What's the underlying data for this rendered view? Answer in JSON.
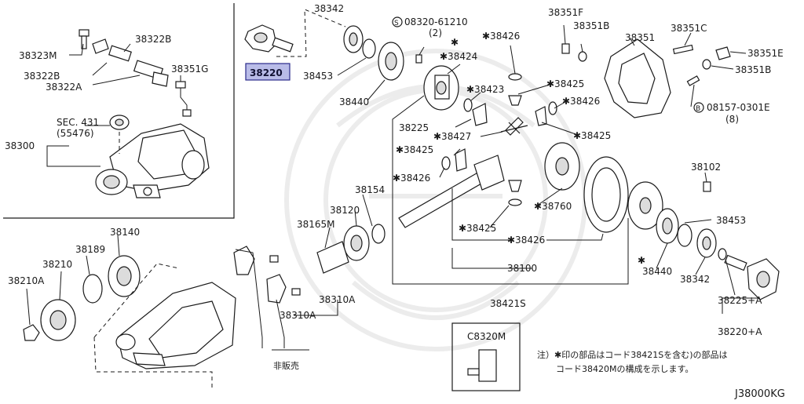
{
  "diagram": {
    "code": "J38000KG",
    "highlight_color": "#b9bce8",
    "callouts": [
      {
        "key": "c38323M",
        "label": "38323M",
        "part": "38323M"
      },
      {
        "key": "c38322B1",
        "label": "38322B",
        "part": "38322B"
      },
      {
        "key": "c38322B2",
        "label": "38322B",
        "part": "38322B"
      },
      {
        "key": "c38322A",
        "label": "38322A",
        "part": "38322A"
      },
      {
        "key": "c38351G",
        "label": "38351G",
        "part": "38351G"
      },
      {
        "key": "c38300",
        "label": "38300",
        "part": "38300"
      },
      {
        "key": "c38220",
        "label": "38220",
        "part": "38220",
        "highlight": true
      },
      {
        "key": "c38342a",
        "label": "38342",
        "part": "38342"
      },
      {
        "key": "c38453a",
        "label": "38453",
        "part": "38453"
      },
      {
        "key": "c38440a",
        "label": "38440",
        "part": "38440"
      },
      {
        "key": "c08320",
        "label": "08320-61210",
        "part": "08320-61210"
      },
      {
        "key": "c38424",
        "label": "✱38424",
        "part": "38424"
      },
      {
        "key": "c38426a",
        "label": "✱38426",
        "part": "38426"
      },
      {
        "key": "c38423",
        "label": "✱38423",
        "part": "38423"
      },
      {
        "key": "c38425a",
        "label": "✱38425",
        "part": "38425"
      },
      {
        "key": "c38426b",
        "label": "✱38426",
        "part": "38426"
      },
      {
        "key": "c38225a",
        "label": "38225",
        "part": "38225"
      },
      {
        "key": "c38427",
        "label": "✱38427",
        "part": "38427"
      },
      {
        "key": "c38425b",
        "label": "✱38425",
        "part": "38425"
      },
      {
        "key": "c38425c",
        "label": "✱38425",
        "part": "38425"
      },
      {
        "key": "c38426c",
        "label": "✱38426",
        "part": "38426"
      },
      {
        "key": "c38760",
        "label": "✱38760",
        "part": "38760"
      },
      {
        "key": "c38425d",
        "label": "✱38425",
        "part": "38425"
      },
      {
        "key": "c38426d",
        "label": "✱38426",
        "part": "38426"
      },
      {
        "key": "c38351F",
        "label": "38351F",
        "part": "38351F"
      },
      {
        "key": "c38351B1",
        "label": "38351B",
        "part": "38351B"
      },
      {
        "key": "c38351",
        "label": "38351",
        "part": "38351"
      },
      {
        "key": "c38351C",
        "label": "38351C",
        "part": "38351C"
      },
      {
        "key": "c38351E",
        "label": "38351E",
        "part": "38351E"
      },
      {
        "key": "c38351B2",
        "label": "38351B",
        "part": "38351B"
      },
      {
        "key": "c08157",
        "label": "08157-0301E",
        "part": "08157-0301E"
      },
      {
        "key": "c38102",
        "label": "38102",
        "part": "38102"
      },
      {
        "key": "c38453b",
        "label": "38453",
        "part": "38453"
      },
      {
        "key": "c38440b",
        "label": "38440",
        "part": "38440"
      },
      {
        "key": "c38342b",
        "label": "38342",
        "part": "38342"
      },
      {
        "key": "c38225b",
        "label": "38225+A",
        "part": "38225+A"
      },
      {
        "key": "c38220b",
        "label": "38220+A",
        "part": "38220+A"
      },
      {
        "key": "c38154",
        "label": "38154",
        "part": "38154"
      },
      {
        "key": "c38120",
        "label": "38120",
        "part": "38120"
      },
      {
        "key": "c38165M",
        "label": "38165M",
        "part": "38165M"
      },
      {
        "key": "c38100",
        "label": "38100",
        "part": "38100"
      },
      {
        "key": "c38421S",
        "label": "38421S",
        "part": "38421S"
      },
      {
        "key": "c38140",
        "label": "38140",
        "part": "38140"
      },
      {
        "key": "c38189",
        "label": "38189",
        "part": "38189"
      },
      {
        "key": "c38210",
        "label": "38210",
        "part": "38210"
      },
      {
        "key": "c38210A",
        "label": "38210A",
        "part": "38210A"
      },
      {
        "key": "c38310Aa",
        "label": "38310A",
        "part": "38310A"
      },
      {
        "key": "c38310Ab",
        "label": "38310A",
        "part": "38310A"
      },
      {
        "key": "cC8320M",
        "label": "C8320M",
        "part": "C8320M"
      }
    ],
    "texts": {
      "qty_08320": "(2)",
      "qty_08157": "(8)",
      "sec_ref": "SEC. 431",
      "sec_ref_code": "(55476)",
      "circle_s": "S",
      "circle_b": "B",
      "star": "✱",
      "not_sold": "非販売",
      "note_line1": "注）✱印の部品はコード38421Sを含む)の部品は",
      "note_line2": "コード38420Mの構成を示します。"
    }
  }
}
